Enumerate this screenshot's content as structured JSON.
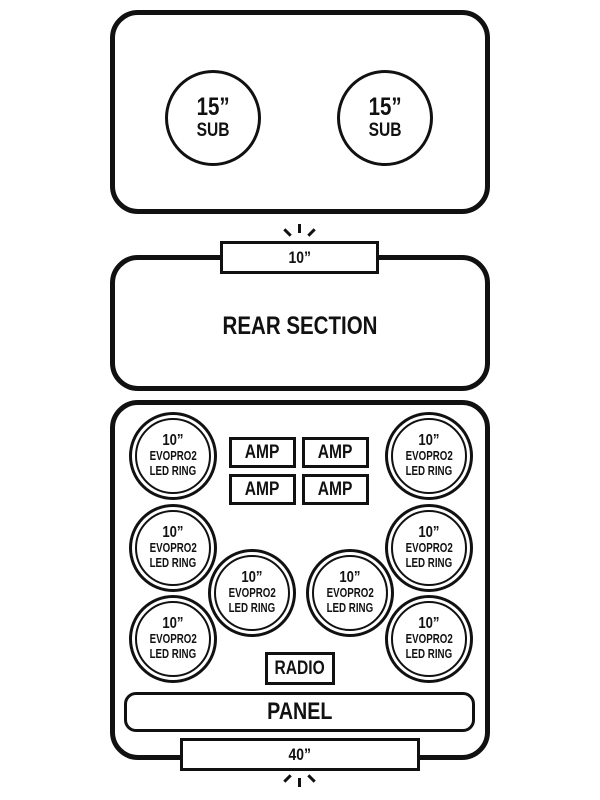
{
  "diagram": {
    "title": "Vehicle audio layout",
    "front_section": {
      "subwoofers": [
        {
          "size": "15”",
          "label": "SUB"
        },
        {
          "size": "15”",
          "label": "SUB"
        }
      ]
    },
    "top_dimension": {
      "value": "10”",
      "icon": "light-burst-icon"
    },
    "rear_section": {
      "label": "REAR SECTION"
    },
    "main_section": {
      "speakers": [
        {
          "size": "10”",
          "model": "EVOPRO2",
          "type": "LED RING"
        },
        {
          "size": "10”",
          "model": "EVOPRO2",
          "type": "LED RING"
        },
        {
          "size": "10”",
          "model": "EVOPRO2",
          "type": "LED RING"
        },
        {
          "size": "10”",
          "model": "EVOPRO2",
          "type": "LED RING"
        },
        {
          "size": "10”",
          "model": "EVOPRO2",
          "type": "LED RING"
        },
        {
          "size": "10”",
          "model": "EVOPRO2",
          "type": "LED RING"
        },
        {
          "size": "10”",
          "model": "EVOPRO2",
          "type": "LED RING"
        },
        {
          "size": "10”",
          "model": "EVOPRO2",
          "type": "LED RING"
        }
      ],
      "amps": [
        "AMP",
        "AMP",
        "AMP",
        "AMP"
      ],
      "radio": "RADIO",
      "panel": "PANEL"
    },
    "bottom_dimension": {
      "value": "40”",
      "icon": "light-burst-icon"
    }
  }
}
